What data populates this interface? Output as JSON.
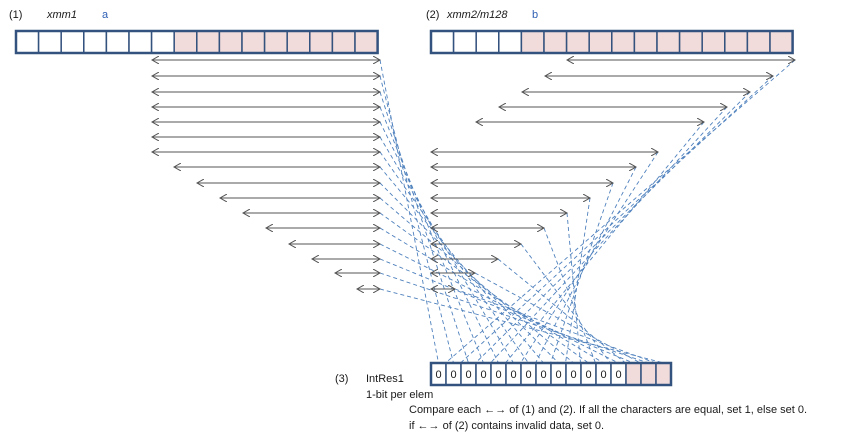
{
  "labels": {
    "op1_index": "(1)",
    "op1_name": "xmm1",
    "op1_var": "a",
    "op2_index": "(2)",
    "op2_name": "xmm2/m128",
    "op2_var": "b",
    "res_index": "(3)",
    "res_name": "IntRes1",
    "res_sub": "1-bit per elem",
    "note1": "Compare each ←→ of (1) and (2).  If all the characters are equal, set 1, else set 0.",
    "note2": "if ←→ of (2) contains invalid data, set 0."
  },
  "register_a": {
    "elements": 16,
    "valid_elements": 7
  },
  "register_b": {
    "elements": 16,
    "valid_elements": 4
  },
  "result": {
    "elements": 16,
    "values": [
      "0",
      "0",
      "0",
      "0",
      "0",
      "0",
      "0",
      "0",
      "0",
      "0",
      "0",
      "0",
      "0",
      "",
      "",
      ""
    ]
  },
  "colors": {
    "border": "#34527e",
    "invalid_fill": "#f2dcdb",
    "valid_fill": "#ffffff",
    "arrow": "#555555",
    "dashed": "#4f81bd",
    "var_label": "#2e5fb3"
  }
}
